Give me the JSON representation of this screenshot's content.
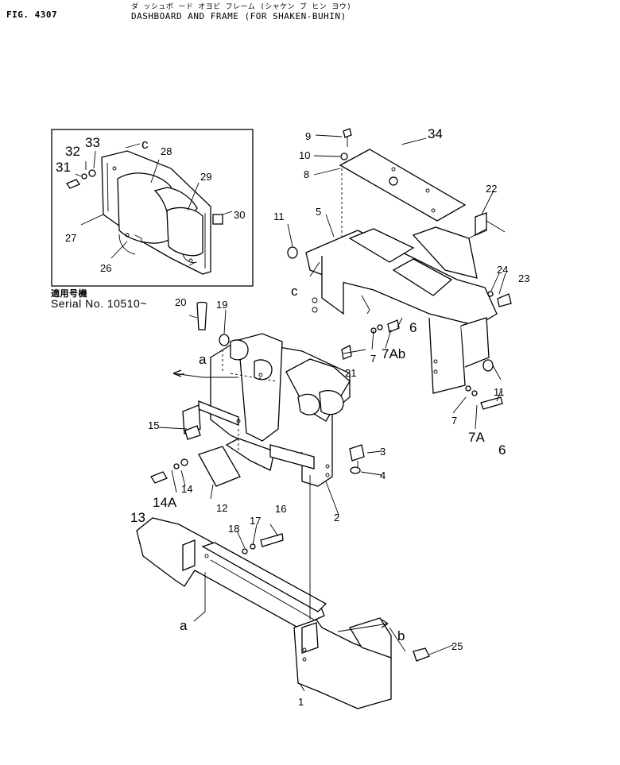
{
  "header": {
    "fig_no": "FIG. 4307",
    "title_jp": "ダ ッシュボ ード オヨビ フレーム (シャケン ブ ヒン ヨウ)",
    "title_en": "DASHBOARD AND FRAME (FOR SHAKEN-BUHIN)"
  },
  "serial": {
    "label_jp": "適用号機",
    "label_en": "Serial No. 10510~"
  },
  "callouts": {
    "p1": "1",
    "p2": "2",
    "p3": "3",
    "p4": "4",
    "p5": "5",
    "p6a": "6",
    "p6b": "6",
    "p7a": "7",
    "p7b": "7",
    "p7A": "7A",
    "p7Ab": "7Ab",
    "p8": "8",
    "p9": "9",
    "p10": "10",
    "p11a": "11",
    "p11b": "11",
    "p12": "12",
    "p13": "13",
    "p14": "14",
    "p14A": "14A",
    "p15": "15",
    "p16": "16",
    "p17": "17",
    "p18": "18",
    "p19": "19",
    "p20": "20",
    "p21": "21",
    "p22": "22",
    "p23": "23",
    "p24": "24",
    "p25": "25",
    "p26": "26",
    "p27": "27",
    "p28": "28",
    "p29": "29",
    "p30": "30",
    "p31": "31",
    "p32": "32",
    "p33": "33",
    "p34": "34",
    "ref_a1": "a",
    "ref_a2": "a",
    "ref_b": "b",
    "ref_c1": "c",
    "ref_c2": "c"
  }
}
